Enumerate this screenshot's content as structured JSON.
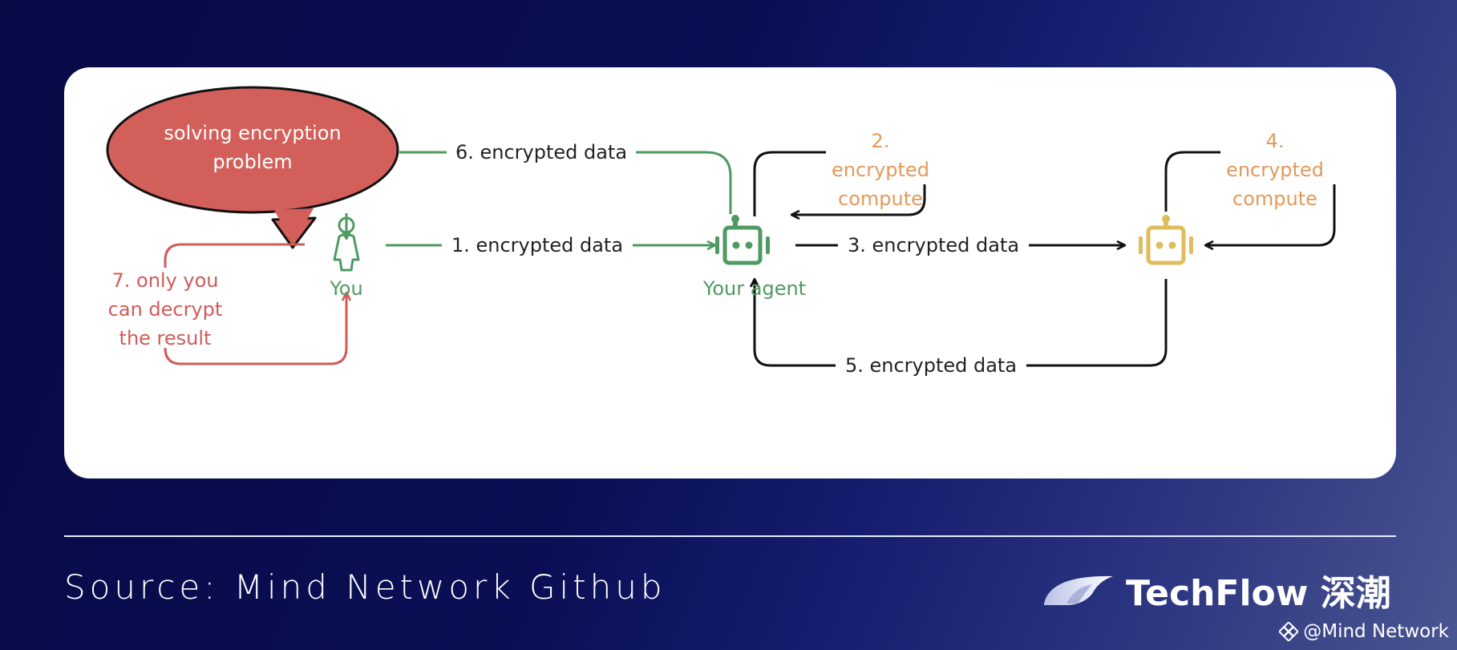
{
  "diagram": {
    "bubble_text": "solving encryption problem",
    "nodes": {
      "you_label": "You",
      "agent_label": "Your agent"
    },
    "edges": {
      "step1": "1. encrypted data",
      "step2": "2. encrypted compute",
      "step3": "3. encrypted data",
      "step4": "4. encrypted compute",
      "step5": "5. encrypted data",
      "step6": "6. encrypted data",
      "step7": "7. only you can decrypt the result"
    },
    "colors": {
      "green": "#4e9a62",
      "red": "#d05b58",
      "orange": "#e19a5c",
      "yellow": "#dfbc5c",
      "black": "#111111"
    }
  },
  "footer": {
    "source": "Source: Mind Network Github",
    "brand": "TechFlow 深潮",
    "watermark": "@Mind Network"
  }
}
